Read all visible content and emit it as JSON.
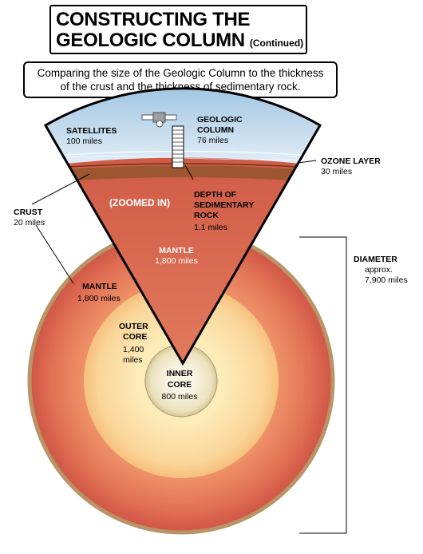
{
  "title": {
    "line1": "CONSTRUCTING THE",
    "line2": "GEOLOGIC COLUMN",
    "continued": "(Continued)"
  },
  "subtitle": {
    "line1": "Comparing the size of the Geologic Column to the thickness",
    "line2": "of the crust and the thickness of sedimentary rock."
  },
  "labels": {
    "satellites": {
      "name": "SATELLITES",
      "value": "100 miles"
    },
    "geologic_column": {
      "name1": "GEOLOGIC",
      "name2": "COLUMN",
      "value": "76 miles"
    },
    "ozone_layer": {
      "name": "OZONE LAYER",
      "value": "30 miles"
    },
    "crust": {
      "name": "CRUST",
      "value": "20 miles"
    },
    "zoomed_in": "(ZOOMED IN)",
    "depth_sedimentary": {
      "name1": "DEPTH OF",
      "name2": "SEDIMENTARY",
      "name3": "ROCK",
      "value": "1.1 miles"
    },
    "mantle_wedge": {
      "name": "MANTLE",
      "value": "1,800 miles"
    },
    "mantle_left": {
      "name": "MANTLE",
      "value": "1,800 miles"
    },
    "diameter": {
      "name": "DIAMETER",
      "qualifier": "approx.",
      "value": "7,900 miles"
    },
    "outer_core": {
      "name1": "OUTER",
      "name2": "CORE",
      "value1": "1,400",
      "value2": "miles"
    },
    "inner_core": {
      "name1": "INNER",
      "name2": "CORE",
      "value": "800 miles"
    }
  },
  "colors": {
    "sky": "#cfe1f0",
    "crust": "#a5582f",
    "mantle_outer": "#d65a48",
    "mantle_inner": "#f3a070",
    "outer_core_outer": "#f7c98a",
    "outer_core_inner": "#fde9b4",
    "inner_core": "#ece3c0"
  }
}
